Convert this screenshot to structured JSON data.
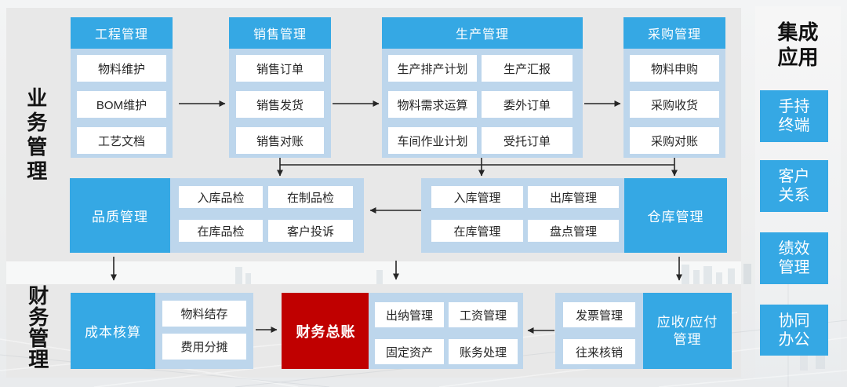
{
  "sections": {
    "business_label": "业务管理",
    "finance_label": "财务管理"
  },
  "top_groups": [
    {
      "title": "工程管理",
      "items": [
        "物料维护",
        "BOM维护",
        "工艺文档"
      ]
    },
    {
      "title": "销售管理",
      "items": [
        "销售订单",
        "销售发货",
        "销售对账"
      ]
    },
    {
      "title": "生产管理",
      "items": [
        "生产排产计划",
        "生产汇报",
        "物料需求运算",
        "委外订单",
        "车间作业计划",
        "受托订单"
      ]
    },
    {
      "title": "采购管理",
      "items": [
        "物料申购",
        "采购收货",
        "采购对账"
      ]
    }
  ],
  "middle_row": {
    "quality": {
      "title": "品质管理",
      "items": [
        "入库品检",
        "在制品检",
        "在库品检",
        "客户投诉"
      ]
    },
    "warehouse": {
      "title": "仓库管理",
      "items": [
        "入库管理",
        "出库管理",
        "在库管理",
        "盘点管理"
      ]
    }
  },
  "bottom_row": {
    "cost": {
      "title": "成本核算",
      "items": [
        "物料结存",
        "费用分摊"
      ]
    },
    "general_ledger": {
      "title": "财务总账",
      "items": [
        "出纳管理",
        "工资管理",
        "固定资产",
        "账务处理"
      ]
    },
    "receivable": {
      "title": "应收/应付管理",
      "items": [
        "发票管理",
        "往来核销"
      ]
    }
  },
  "right_panel": {
    "title": "集成应用",
    "items": [
      "手持终端",
      "客户关系",
      "绩效管理",
      "协同办公"
    ]
  },
  "colors": {
    "accent_blue": "#35a8e4",
    "light_blue": "#bdd6ec",
    "alert_red": "#c00000",
    "arrow": "#262626"
  }
}
